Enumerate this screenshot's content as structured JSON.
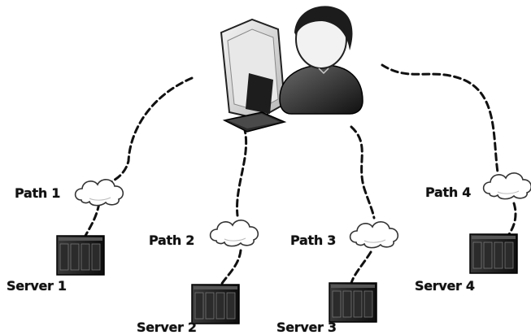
{
  "paths": [
    {
      "label": "Path 1"
    },
    {
      "label": "Path 2"
    },
    {
      "label": "Path 3"
    },
    {
      "label": "Path 4"
    }
  ],
  "servers": [
    {
      "label": "Server 1"
    },
    {
      "label": "Server 2"
    },
    {
      "label": "Server 3"
    },
    {
      "label": "Server 4"
    }
  ],
  "icons": {
    "user": "user-icon",
    "computer": "computer-monitor-icon",
    "cloud": "cloud-icon",
    "server": "server-rack-icon"
  },
  "colors": {
    "link": "#111111",
    "cloud_fill": "#ffffff",
    "cloud_stroke": "#333333",
    "server_dark": "#1a1a1a",
    "skin": "#f0f0f0",
    "hair": "#222222"
  }
}
